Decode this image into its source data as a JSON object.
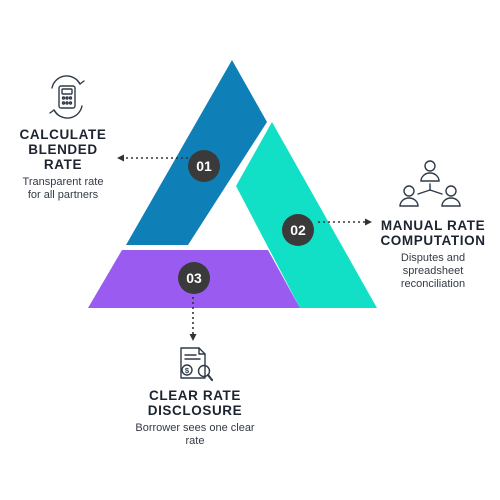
{
  "colors": {
    "segment_1": "#0f7fb8",
    "segment_2": "#12e0c6",
    "segment_3": "#9a5cf0",
    "badge": "#3a3a3a",
    "badge_text": "#ffffff",
    "connector": "#333333",
    "icon": "#2f3a48"
  },
  "segments": [
    {
      "number": "01",
      "title": "CALCULATE\nBLENDED\nRATE",
      "description": "Transparent rate\nfor all partners",
      "icon": "calculator-cycle-icon"
    },
    {
      "number": "02",
      "title": "MANUAL RATE\nCOMPUTATION",
      "description": "Disputes and\nspreadsheet\nreconciliation",
      "icon": "people-network-icon"
    },
    {
      "number": "03",
      "title": "CLEAR RATE\nDISCLOSURE",
      "description": "Borrower sees one clear\nrate",
      "icon": "document-search-icon"
    }
  ]
}
